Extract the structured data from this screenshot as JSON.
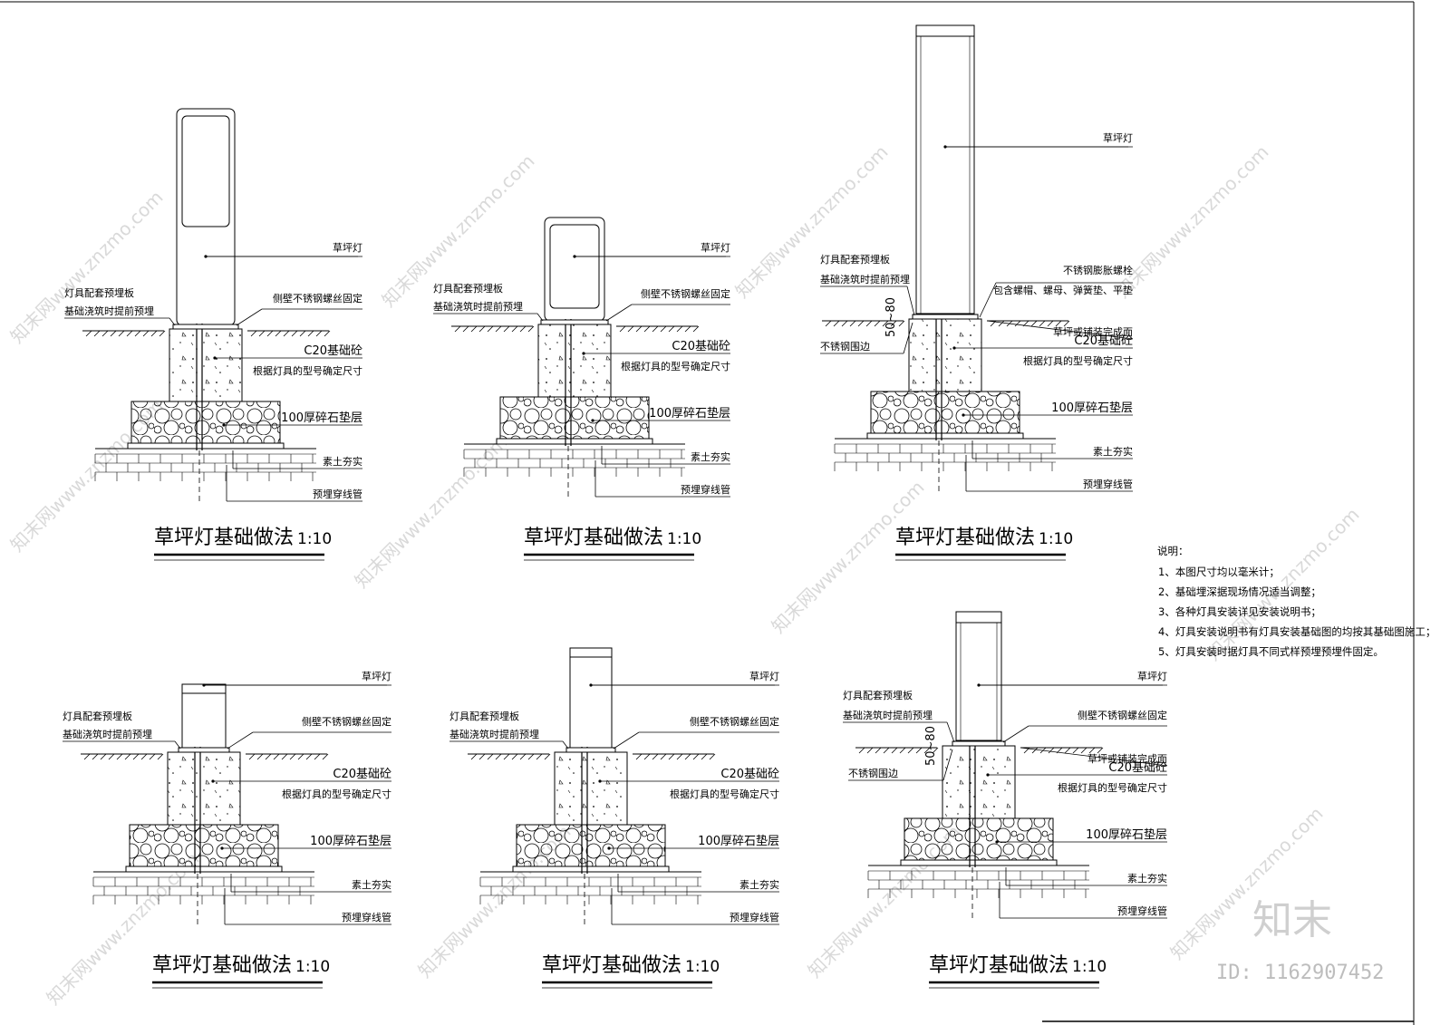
{
  "labels": {
    "lamp": "草坪灯",
    "plate_1": "灯具配套预埋板",
    "plate_2": "基础浇筑时提前预埋",
    "side_screw": "侧壁不锈钢螺丝固定",
    "c20": "C20基础砼",
    "size_by_model": "根据灯具的型号确定尺寸",
    "gravel": "100厚碎石垫层",
    "soil": "素土夯实",
    "conduit": "预埋穿线管",
    "expansion_bolt": "不锈钢膨胀螺栓",
    "bolt_parts": "包含螺帽、螺母、弹簧垫、平垫",
    "finish_surface": "草坪或铺装完成面",
    "steel_edge": "不锈钢围边",
    "dim": "50~80"
  },
  "details": [
    {
      "title": "草坪灯基础做法",
      "scale": "1:10"
    },
    {
      "title": "草坪灯基础做法",
      "scale": "1:10"
    },
    {
      "title": "草坪灯基础做法",
      "scale": "1:10"
    },
    {
      "title": "草坪灯基础做法",
      "scale": "1:10"
    },
    {
      "title": "草坪灯基础做法",
      "scale": "1:10"
    },
    {
      "title": "草坪灯基础做法",
      "scale": "1:10"
    }
  ],
  "notes": {
    "heading": "说明：",
    "items": [
      "1、本图尺寸均以毫米计；",
      "2、基础埋深据现场情况适当调整；",
      "3、各种灯具安装详见安装说明书；",
      "4、灯具安装说明书有灯具安装基础图的均按其基础图施工；",
      "5、灯具安装时据灯具不同式样预埋预埋件固定。"
    ]
  },
  "watermark": {
    "text": "知末网www.znzmo.com",
    "brand": "知末",
    "id": "ID: 1162907452"
  }
}
